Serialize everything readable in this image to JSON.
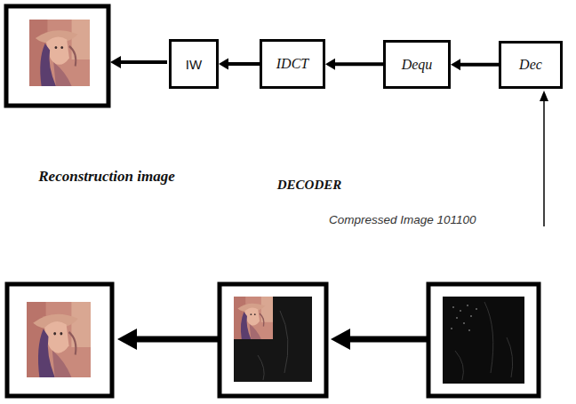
{
  "diagram": {
    "nodes": [
      {
        "text": [
          "IW"
        ]
      },
      {
        "text": [
          "IDCT"
        ]
      },
      {
        "text": [
          "Dequ"
        ]
      },
      {
        "text": [
          "Dec"
        ]
      }
    ],
    "edges": [
      {
        "from": 3,
        "to": 2,
        "arrow": "to"
      },
      {
        "from": 2,
        "to": 1,
        "arrow": "to"
      },
      {
        "from": 1,
        "to": 0,
        "arrow": "to"
      }
    ],
    "labels": [
      "Reconstruction image",
      "DECODER",
      "Compressed Image 101100"
    ]
  }
}
